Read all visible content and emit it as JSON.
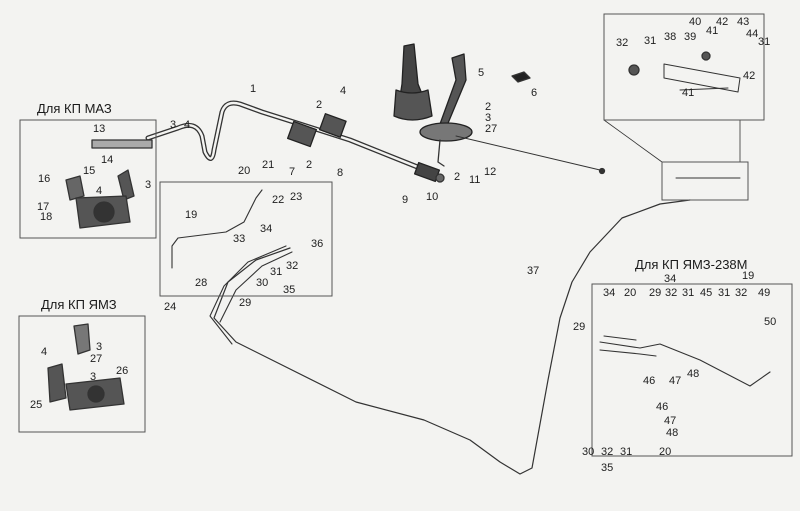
{
  "captions": {
    "maz": "Для КП МАЗ",
    "yamz": "Для КП ЯМЗ",
    "yamz238": "Для КП ЯМЗ-238М"
  },
  "labels": [
    {
      "id": "1",
      "t": "1"
    },
    {
      "id": "2a",
      "t": "2"
    },
    {
      "id": "2b",
      "t": "2"
    },
    {
      "id": "2c",
      "t": "2"
    },
    {
      "id": "2d",
      "t": "2"
    },
    {
      "id": "3a",
      "t": "3"
    },
    {
      "id": "3b",
      "t": "3"
    },
    {
      "id": "3c",
      "t": "3"
    },
    {
      "id": "3d",
      "t": "3"
    },
    {
      "id": "3e",
      "t": "3"
    },
    {
      "id": "4a",
      "t": "4"
    },
    {
      "id": "4b",
      "t": "4"
    },
    {
      "id": "4c",
      "t": "4"
    },
    {
      "id": "4d",
      "t": "4"
    },
    {
      "id": "5",
      "t": "5"
    },
    {
      "id": "6",
      "t": "6"
    },
    {
      "id": "7",
      "t": "7"
    },
    {
      "id": "8",
      "t": "8"
    },
    {
      "id": "9",
      "t": "9"
    },
    {
      "id": "10",
      "t": "10"
    },
    {
      "id": "11",
      "t": "11"
    },
    {
      "id": "12",
      "t": "12"
    },
    {
      "id": "13",
      "t": "13"
    },
    {
      "id": "14",
      "t": "14"
    },
    {
      "id": "15",
      "t": "15"
    },
    {
      "id": "16",
      "t": "16"
    },
    {
      "id": "17",
      "t": "17"
    },
    {
      "id": "18",
      "t": "18"
    },
    {
      "id": "19a",
      "t": "19"
    },
    {
      "id": "19b",
      "t": "19"
    },
    {
      "id": "20a",
      "t": "20"
    },
    {
      "id": "20b",
      "t": "20"
    },
    {
      "id": "20c",
      "t": "20"
    },
    {
      "id": "21",
      "t": "21"
    },
    {
      "id": "22",
      "t": "22"
    },
    {
      "id": "23",
      "t": "23"
    },
    {
      "id": "24",
      "t": "24"
    },
    {
      "id": "25",
      "t": "25"
    },
    {
      "id": "26",
      "t": "26"
    },
    {
      "id": "27a",
      "t": "27"
    },
    {
      "id": "27b",
      "t": "27"
    },
    {
      "id": "28",
      "t": "28"
    },
    {
      "id": "29a",
      "t": "29"
    },
    {
      "id": "29b",
      "t": "29"
    },
    {
      "id": "29c",
      "t": "29"
    },
    {
      "id": "30a",
      "t": "30"
    },
    {
      "id": "30b",
      "t": "30"
    },
    {
      "id": "31a",
      "t": "31"
    },
    {
      "id": "31b",
      "t": "31"
    },
    {
      "id": "31c",
      "t": "31"
    },
    {
      "id": "31d",
      "t": "31"
    },
    {
      "id": "31e",
      "t": "31"
    },
    {
      "id": "31f",
      "t": "31"
    },
    {
      "id": "32a",
      "t": "32"
    },
    {
      "id": "32b",
      "t": "32"
    },
    {
      "id": "32c",
      "t": "32"
    },
    {
      "id": "32d",
      "t": "32"
    },
    {
      "id": "32e",
      "t": "32"
    },
    {
      "id": "33",
      "t": "33"
    },
    {
      "id": "34a",
      "t": "34"
    },
    {
      "id": "34b",
      "t": "34"
    },
    {
      "id": "34c",
      "t": "34"
    },
    {
      "id": "35a",
      "t": "35"
    },
    {
      "id": "35b",
      "t": "35"
    },
    {
      "id": "36",
      "t": "36"
    },
    {
      "id": "37",
      "t": "37"
    },
    {
      "id": "38",
      "t": "38"
    },
    {
      "id": "39",
      "t": "39"
    },
    {
      "id": "40",
      "t": "40"
    },
    {
      "id": "41a",
      "t": "41"
    },
    {
      "id": "41b",
      "t": "41"
    },
    {
      "id": "42a",
      "t": "42"
    },
    {
      "id": "42b",
      "t": "42"
    },
    {
      "id": "43",
      "t": "43"
    },
    {
      "id": "44",
      "t": "44"
    },
    {
      "id": "45",
      "t": "45"
    },
    {
      "id": "46a",
      "t": "46"
    },
    {
      "id": "46b",
      "t": "46"
    },
    {
      "id": "47a",
      "t": "47"
    },
    {
      "id": "47b",
      "t": "47"
    },
    {
      "id": "48a",
      "t": "48"
    },
    {
      "id": "48b",
      "t": "48"
    },
    {
      "id": "49",
      "t": "49"
    },
    {
      "id": "50",
      "t": "50"
    }
  ]
}
